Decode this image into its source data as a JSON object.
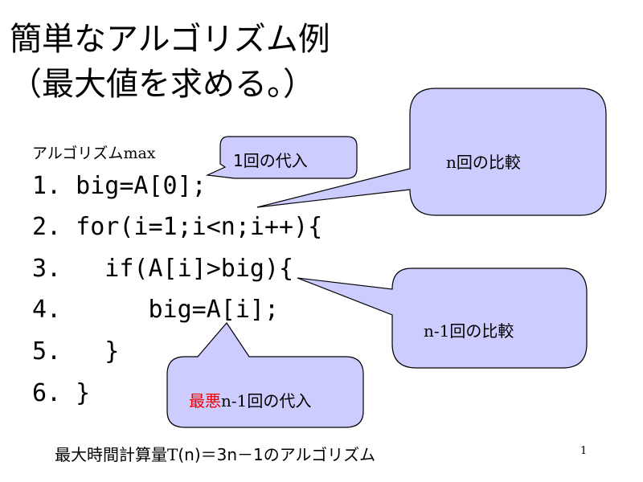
{
  "slide": {
    "title_line1": "簡単なアルゴリズム例",
    "title_line2": "（最大値を求める。）",
    "algo_label_jp": "アルゴリズム",
    "algo_label_name": "max",
    "code_lines": [
      "1. big=A[0];",
      "2. for(i=1;i<n;i++){",
      "3.   if(A[i]>big){",
      "4.      big=A[i];",
      "5.   }",
      "6. }"
    ],
    "callouts": {
      "assign_once": "1回の代入",
      "n_compare_n": "n",
      "n_compare_rest": "回の比較",
      "n1_compare_n": "n-1",
      "n1_compare_rest": "回の比較",
      "worst_prefix": "最悪",
      "worst_n": "n-1",
      "worst_rest": "回の代入"
    },
    "footer": {
      "prefix": "最大時間計算量",
      "t": "T",
      "expr": "(n)＝3n－1のアルゴリズム"
    },
    "page_number": "1"
  },
  "colors": {
    "callout_fill": "#ccccff",
    "callout_stroke": "#000000",
    "highlight_red": "#ee0000"
  }
}
